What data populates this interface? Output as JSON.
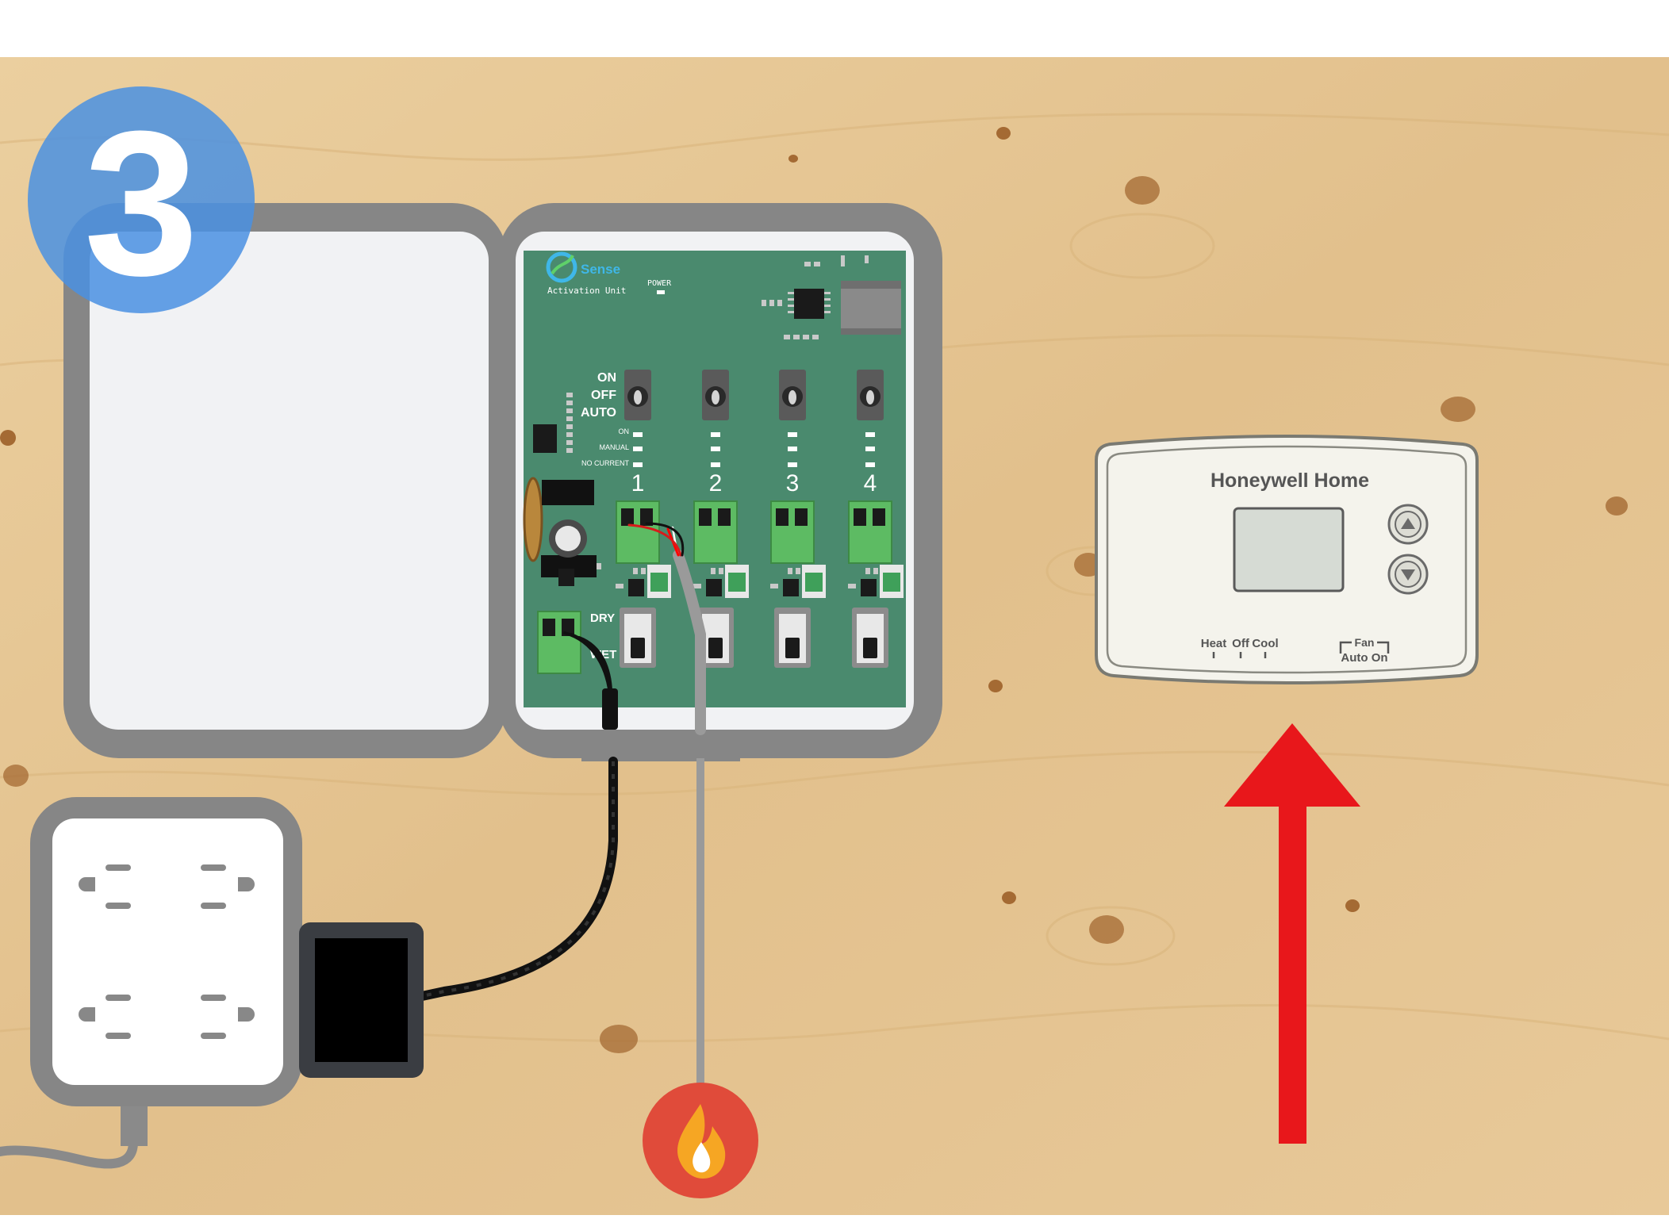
{
  "step": {
    "number": "3",
    "color": "#4a90e2"
  },
  "controller": {
    "brand": "Sense",
    "subtitle": "Activation Unit",
    "power_label": "POWER",
    "switch_labels": [
      "ON",
      "OFF",
      "AUTO"
    ],
    "status_labels": [
      "ON",
      "MANUAL",
      "NO CURRENT"
    ],
    "channels": [
      "1",
      "2",
      "3",
      "4"
    ],
    "dry_label": "DRY",
    "wet_label": "WET",
    "board_color": "#4a8a6e"
  },
  "thermostat": {
    "brand": "Honeywell Home",
    "mode_labels": [
      "Heat",
      "Off",
      "Cool"
    ],
    "fan_label": "Fan",
    "fan_options": "Auto On"
  },
  "colors": {
    "arrow": "#e8171b",
    "flame_badge": "#e04b3a",
    "wood": "#e8c99a"
  },
  "icons": {
    "flame": "flame-icon",
    "arrow": "arrow-up-icon",
    "outlet": "outlet-icon",
    "adapter": "power-adapter-icon"
  }
}
